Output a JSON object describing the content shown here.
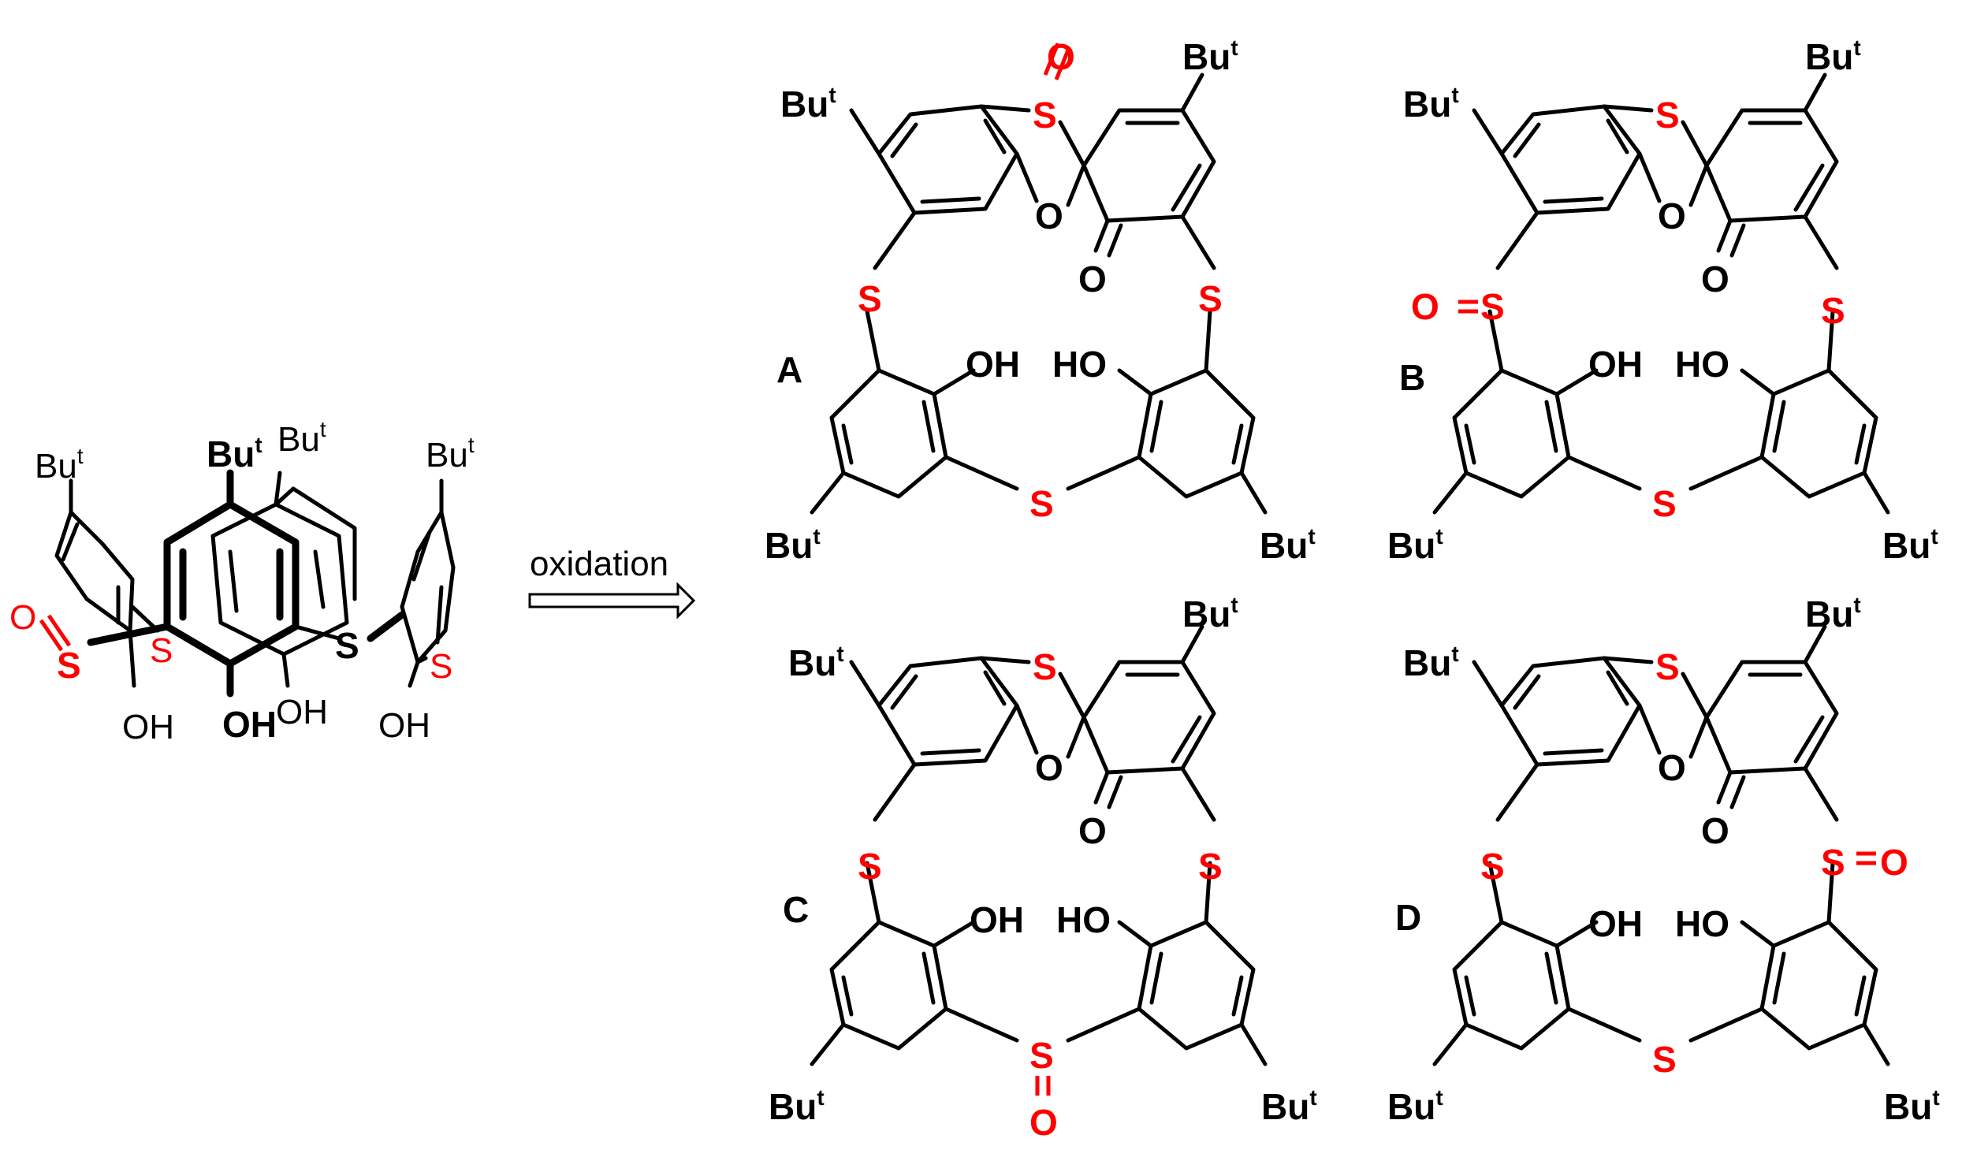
{
  "reaction": {
    "arrow_label": "oxidation",
    "colors": {
      "bond": "#000000",
      "heteroatom_highlight": "#ff0000"
    }
  },
  "starting_material": {
    "labels": {
      "but": "Bu",
      "t": "t",
      "oh": "OH",
      "s": "S",
      "o": "O"
    }
  },
  "products": [
    {
      "id": "A",
      "label": "A",
      "oxidized_position": "spiro sulfur (S=O)"
    },
    {
      "id": "B",
      "label": "B",
      "oxidized_position": "upper-left bridging sulfur (S=O)"
    },
    {
      "id": "C",
      "label": "C",
      "oxidized_position": "bottom bridging sulfur (S=O)"
    },
    {
      "id": "D",
      "label": "D",
      "oxidized_position": "upper-right bridging sulfur (S=O)"
    }
  ],
  "atoms": {
    "but": "Bu",
    "t": "t",
    "oh": "OH",
    "ho": "HO",
    "s": "S",
    "o": "O"
  }
}
